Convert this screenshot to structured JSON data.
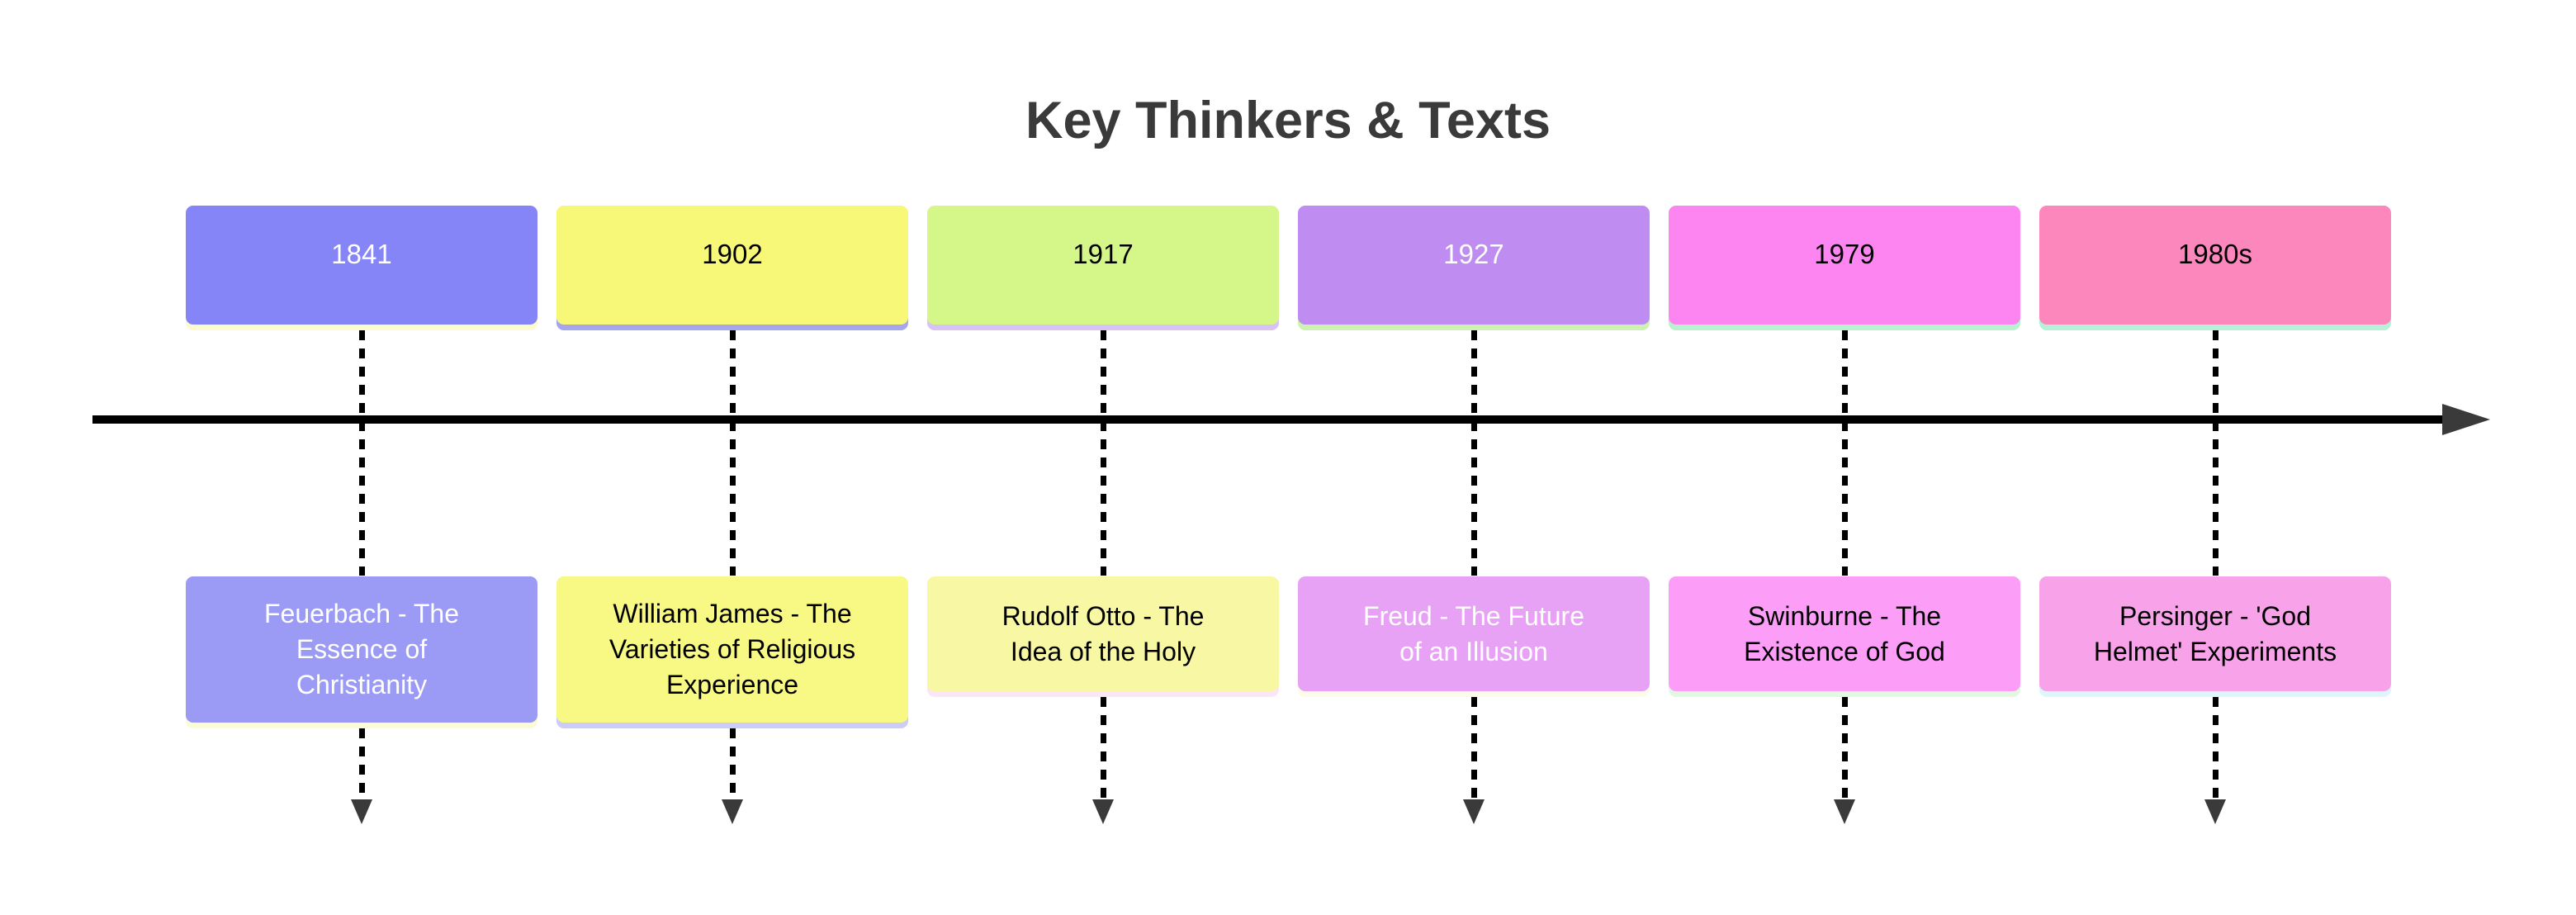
{
  "title": "Key Thinkers & Texts",
  "canvas": {
    "background": "#ffffff"
  },
  "axis": {
    "line_color": "#000000",
    "arrowhead_color": "#3a3a3a",
    "direction": "right"
  },
  "connector": {
    "style": "dashed",
    "line_color": "#000000",
    "arrowhead_color": "#3a3a3a"
  },
  "events": [
    {
      "year": "1841",
      "detail_lines": [
        "Feuerbach - The",
        "Essence of",
        "Christianity"
      ],
      "colors": {
        "year_bg": "#8585f7",
        "year_text": "#ffffff",
        "year_shadow": "#fbfbcf",
        "detail_bg": "#9b9bf5",
        "detail_text": "#ffffff",
        "detail_shadow": "#fbfbd4"
      }
    },
    {
      "year": "1902",
      "detail_lines": [
        "William James - The",
        "Varieties of Religious",
        "Experience"
      ],
      "colors": {
        "year_bg": "#f8f878",
        "year_text": "#000000",
        "year_shadow": "#a5a5f0",
        "detail_bg": "#f8f884",
        "detail_text": "#000000",
        "detail_shadow": "#ccccf8"
      }
    },
    {
      "year": "1917",
      "detail_lines": [
        "Rudolf Otto - The",
        "Idea of the Holy"
      ],
      "colors": {
        "year_bg": "#d5f78a",
        "year_text": "#000000",
        "year_shadow": "#d9c2f5",
        "detail_bg": "#f8f8a4",
        "detail_text": "#000000",
        "detail_shadow": "#fbe6f8"
      }
    },
    {
      "year": "1927",
      "detail_lines": [
        "Freud - The Future",
        "of an Illusion"
      ],
      "colors": {
        "year_bg": "#bf8df2",
        "year_text": "#ffffff",
        "year_shadow": "#cdf2b2",
        "detail_bg": "#e8a2f5",
        "detail_text": "#ffffff",
        "detail_shadow": "#fcfbe8"
      }
    },
    {
      "year": "1979",
      "detail_lines": [
        "Swinburne - The",
        "Existence of God"
      ],
      "colors": {
        "year_bg": "#fc85f2",
        "year_text": "#000000",
        "year_shadow": "#b8f2cf",
        "detail_bg": "#fc9ef8",
        "detail_text": "#000000",
        "detail_shadow": "#e2f8e2"
      }
    },
    {
      "year": "1980s",
      "detail_lines": [
        "Persinger - 'God",
        "Helmet' Experiments"
      ],
      "colors": {
        "year_bg": "#fc87bd",
        "year_text": "#000000",
        "year_shadow": "#b5f2d8",
        "detail_bg": "#f8a2ea",
        "detail_text": "#000000",
        "detail_shadow": "#def5fb"
      }
    }
  ]
}
